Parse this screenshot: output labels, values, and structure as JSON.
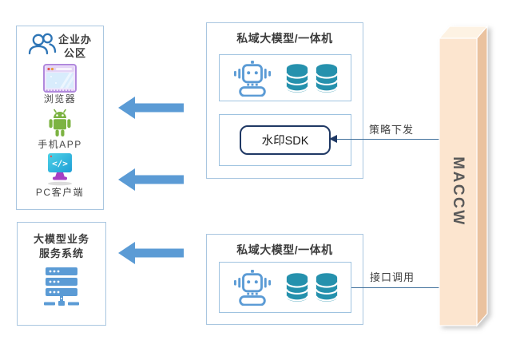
{
  "left_top_box": {
    "title_line1": "企业办",
    "title_line2": "公区",
    "items": [
      {
        "icon": "browser-icon",
        "label": "浏览器"
      },
      {
        "icon": "android-icon",
        "label": "手机APP"
      },
      {
        "icon": "pc-client-icon",
        "label": "PC客户端"
      }
    ]
  },
  "left_bottom_box": {
    "title_line1": "大模型业务",
    "title_line2": "服务系统",
    "icon": "server-icon"
  },
  "middle_top_box": {
    "title": "私域大模型/一体机",
    "sdk_label": "水印SDK",
    "icons": [
      "robot-icon",
      "database-icon",
      "database-icon"
    ]
  },
  "middle_bottom_box": {
    "title": "私域大模型/一体机",
    "icons": [
      "robot-icon",
      "database-icon",
      "database-icon"
    ]
  },
  "tower": {
    "label": "MACCW"
  },
  "connections": {
    "policy": {
      "label": "策略下发",
      "from": "MACCW",
      "to": "水印SDK",
      "arrowhead": true
    },
    "api": {
      "label": "接口调用",
      "from": "私域大模型/一体机",
      "to": "MACCW",
      "arrowhead": false
    }
  },
  "flow_arrows": {
    "count": 3,
    "direction": "left"
  },
  "colors": {
    "arrow_blue": "#5b9bd5",
    "box_border": "#a9c6e0",
    "inner_box_border": "#9fc3e0",
    "database_teal": "#2591ad",
    "robot_blue": "#5b9bd5",
    "server_blue": "#5b9bd5",
    "sdk_border_navy": "#1f3864",
    "connector_line": "#41719c",
    "tower_front": "#fce5cf",
    "tower_side": "#eac29f",
    "tower_top": "#fdf2e3",
    "tower_text": "#595959",
    "android_green": "#7cb342",
    "browser_purple": "#b189dd",
    "pc_screen_teal": "#2fb8dc",
    "pc_stand_purple": "#a73fc4",
    "people_blue": "#2e75b6",
    "text_dark": "#3f3f3f"
  }
}
